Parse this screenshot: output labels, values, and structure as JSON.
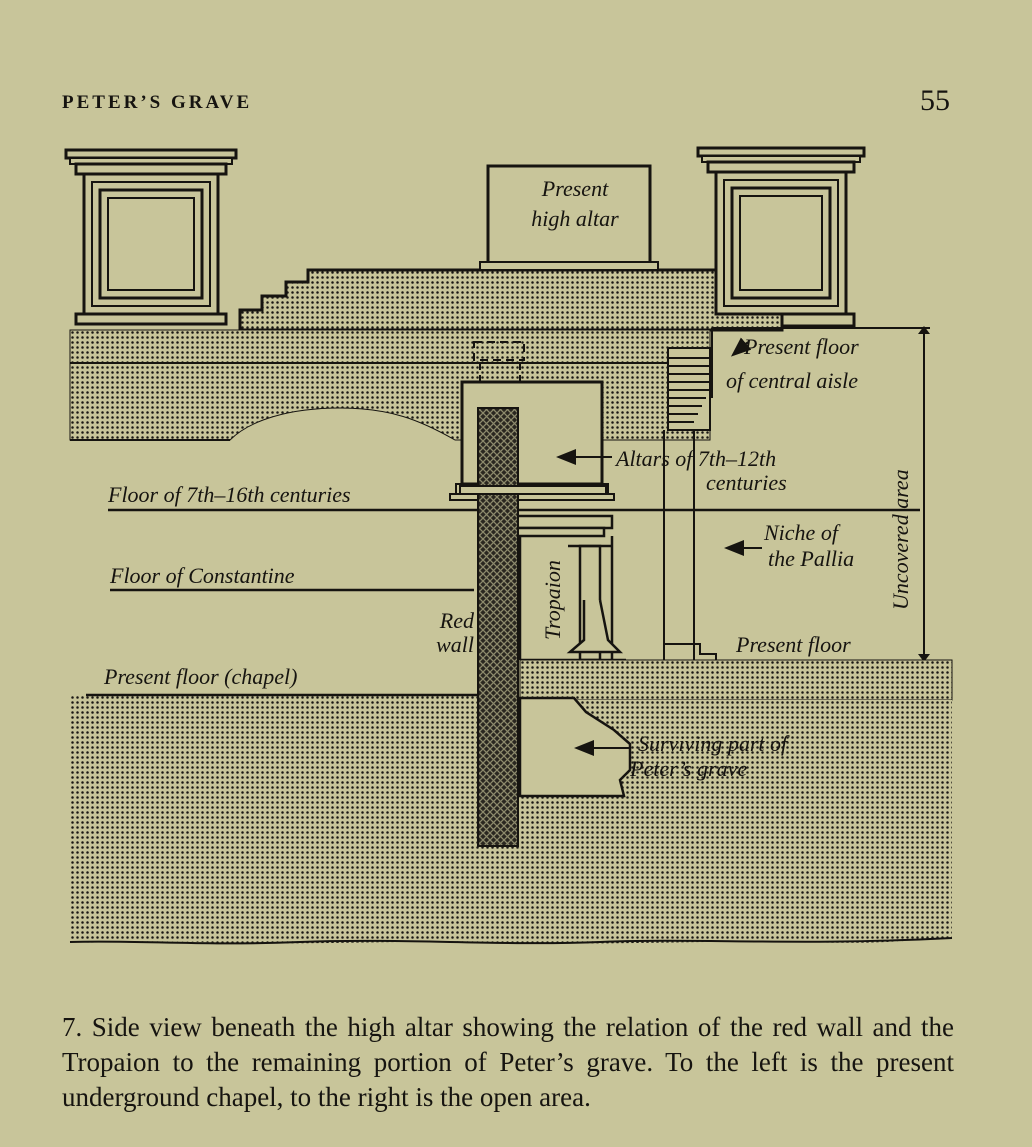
{
  "header": {
    "running_title": "PETER’S GRAVE",
    "page_number": "55"
  },
  "figure": {
    "labels": {
      "present_high_altar_1": "Present",
      "present_high_altar_2": "high altar",
      "present_floor_central_1": "Present floor",
      "present_floor_central_2": "of central aisle",
      "altars_1": "Altars of 7th–12th",
      "altars_2": "centuries",
      "floor_7th_16th": "Floor of 7th–16th centuries",
      "niche_1": "Niche of",
      "niche_2": "the Pallia",
      "floor_constantine": "Floor of Constantine",
      "tropaion": "Tropaion",
      "red_wall_1": "Red",
      "red_wall_2": "wall",
      "present_floor_right": "Present floor",
      "present_floor_chapel": "Present floor (chapel)",
      "surviving_1": "Surviving part of",
      "surviving_2": "Peter’s grave",
      "uncovered_area": "Uncovered area"
    }
  },
  "caption": {
    "text": "7. Side view beneath the high altar showing the relation of the red wall and the Tropaion to the remaining portion of Peter’s grave. To the left is the present underground chapel, to the right is the open area."
  }
}
